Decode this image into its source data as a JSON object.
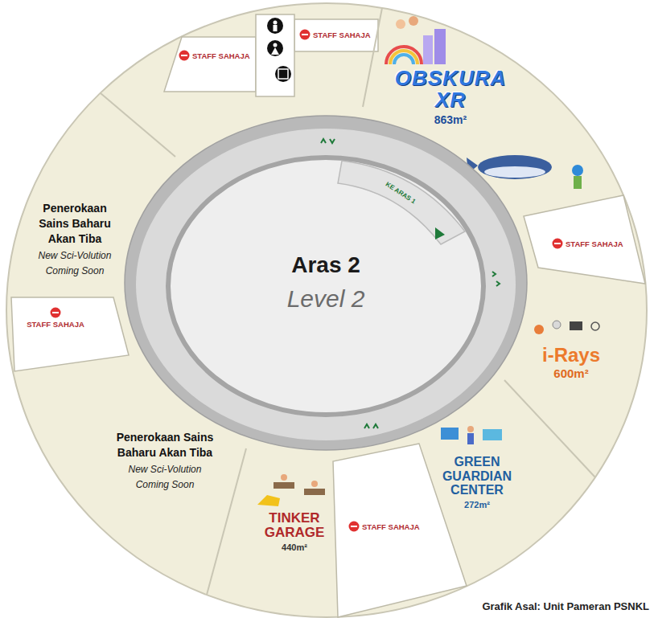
{
  "diagram": {
    "caption": "Grafik Asal: Unit Pameran PSNKL",
    "nodes": [
      {
        "text": [
          "STAFF SAHAJA"
        ]
      },
      {
        "text": [
          "STAFF SAHAJA"
        ]
      },
      {
        "text": [
          "OBSKURA XR",
          "863m²"
        ]
      },
      {
        "text": [
          "Penerokaan Sains Baharu Akan Tiba",
          "New Sci-Volution Coming Soon"
        ]
      },
      {
        "text": [
          "STAFF SAHAJA"
        ]
      },
      {
        "text": [
          "STAFF SAHAJA"
        ]
      },
      {
        "text": [
          "i-Rays",
          "600m²"
        ]
      },
      {
        "text": [
          "Penerokaan Sains Baharu Akan Tiba",
          "New Sci-Volution Coming Soon"
        ]
      },
      {
        "text": [
          "GREEN GUARDIAN CENTER",
          "272m²"
        ]
      },
      {
        "text": [
          "TINKER GARAGE",
          "440m²"
        ]
      },
      {
        "text": [
          "STAFF SAHAJA"
        ]
      }
    ],
    "labels": [
      "KE ARAS 1",
      "Aras 2",
      "Level 2"
    ]
  }
}
